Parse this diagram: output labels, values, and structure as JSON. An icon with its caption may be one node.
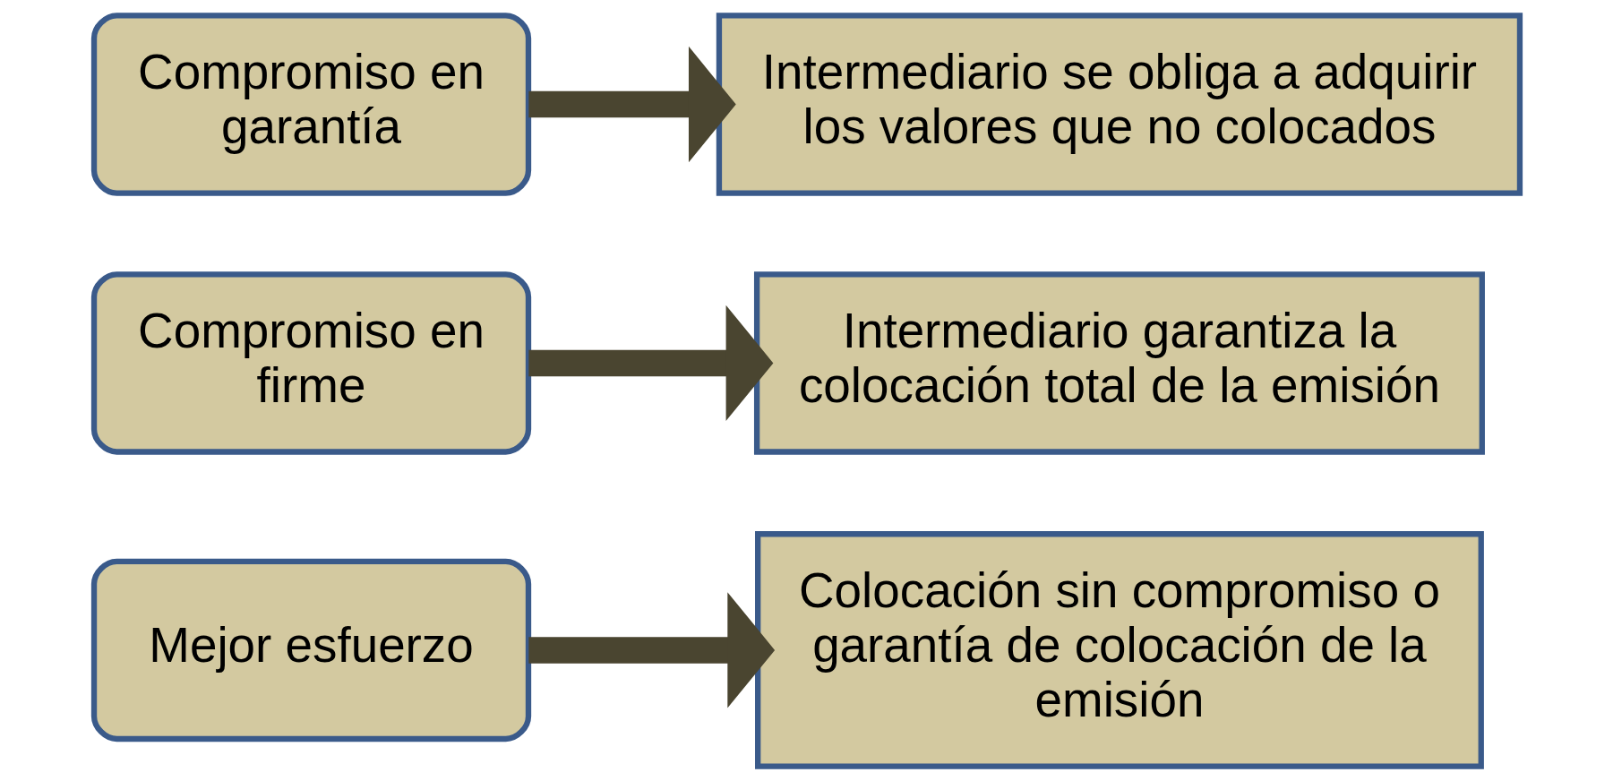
{
  "diagram": {
    "nodes": [
      {
        "text": [
          "Mejor esfuerzo"
        ]
      },
      {
        "text": [
          "Colocación sin compromiso o garantía de colocación de la emisión"
        ]
      },
      {
        "text": [
          "Compromiso en firme"
        ]
      },
      {
        "text": [
          "Intermediario garantiza la colocación total de la emisión"
        ]
      },
      {
        "text": [
          "Compromiso en garantía"
        ]
      },
      {
        "text": [
          "Intermediario se obliga a adquirir los valores que no colocados"
        ]
      }
    ],
    "edges": [
      {
        "from": 0,
        "to": 1,
        "arrow": "to"
      },
      {
        "from": 2,
        "to": 3,
        "arrow": "to"
      },
      {
        "from": 4,
        "to": 5,
        "arrow": "to"
      }
    ]
  }
}
